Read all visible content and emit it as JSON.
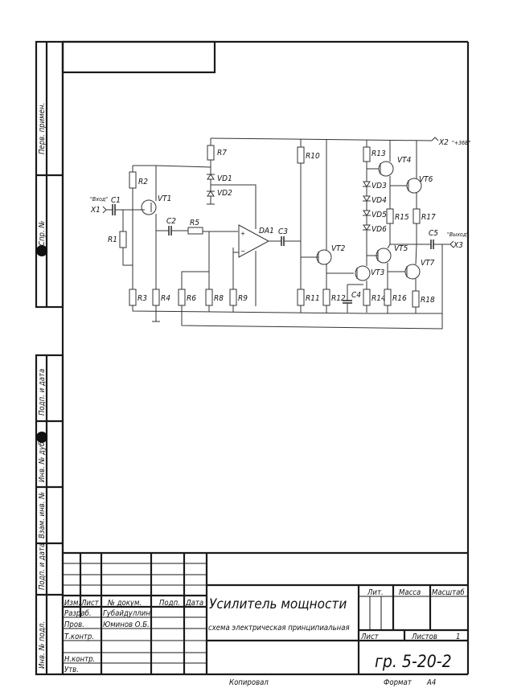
{
  "side_strip": {
    "labels": [
      "Перв. примен.",
      "Спр. №",
      "Подп. и дата",
      "Инв. № дубл.",
      "Взам. инв. №",
      "Подп. и дата",
      "Инв. № подл."
    ]
  },
  "schematic": {
    "connectors": {
      "input": {
        "ref": "X1",
        "note": "\"Вход\""
      },
      "power": {
        "ref": "X2",
        "note": "\"+36В\""
      },
      "output": {
        "ref": "X3",
        "note": "\"Выход\""
      }
    },
    "components": {
      "capacitors": [
        "C1",
        "C2",
        "C3",
        "C4",
        "C5"
      ],
      "resistors": [
        "R1",
        "R2",
        "R3",
        "R4",
        "R5",
        "R6",
        "R7",
        "R8",
        "R9",
        "R10",
        "R11",
        "R12",
        "R13",
        "R14",
        "R15",
        "R16",
        "R17",
        "R18"
      ],
      "diodes": [
        "VD1",
        "VD2",
        "VD3",
        "VD4",
        "VD5",
        "VD6"
      ],
      "transistors": [
        "VT1",
        "VT2",
        "VT3",
        "VT4",
        "VT5",
        "VT6",
        "VT7"
      ],
      "opamp": "DA1"
    }
  },
  "title_block": {
    "headers": {
      "izm": "Изм.",
      "list": "Лист",
      "doc_no": "№ докум.",
      "sign": "Подп.",
      "date": "Дата"
    },
    "rows": [
      {
        "role": "Разраб.",
        "name": "Губайдуллин"
      },
      {
        "role": "Пров.",
        "name": "Юминов О.Б."
      },
      {
        "role": "Т.контр.",
        "name": ""
      },
      {
        "role": "",
        "name": ""
      },
      {
        "role": "Н.контр.",
        "name": ""
      },
      {
        "role": "Утв.",
        "name": ""
      }
    ],
    "title": "Усилитель мощности",
    "subtitle": "схема электрическая принципиальная",
    "lit_label": "Лит.",
    "mass_label": "Масса",
    "scale_label": "Масштаб",
    "sheet_label": "Лист",
    "sheets_label": "Листов",
    "sheets_value": "1",
    "designation": "гр. 5-20-2",
    "copied_label": "Копировал",
    "format_label": "Формат",
    "format_value": "А4"
  }
}
